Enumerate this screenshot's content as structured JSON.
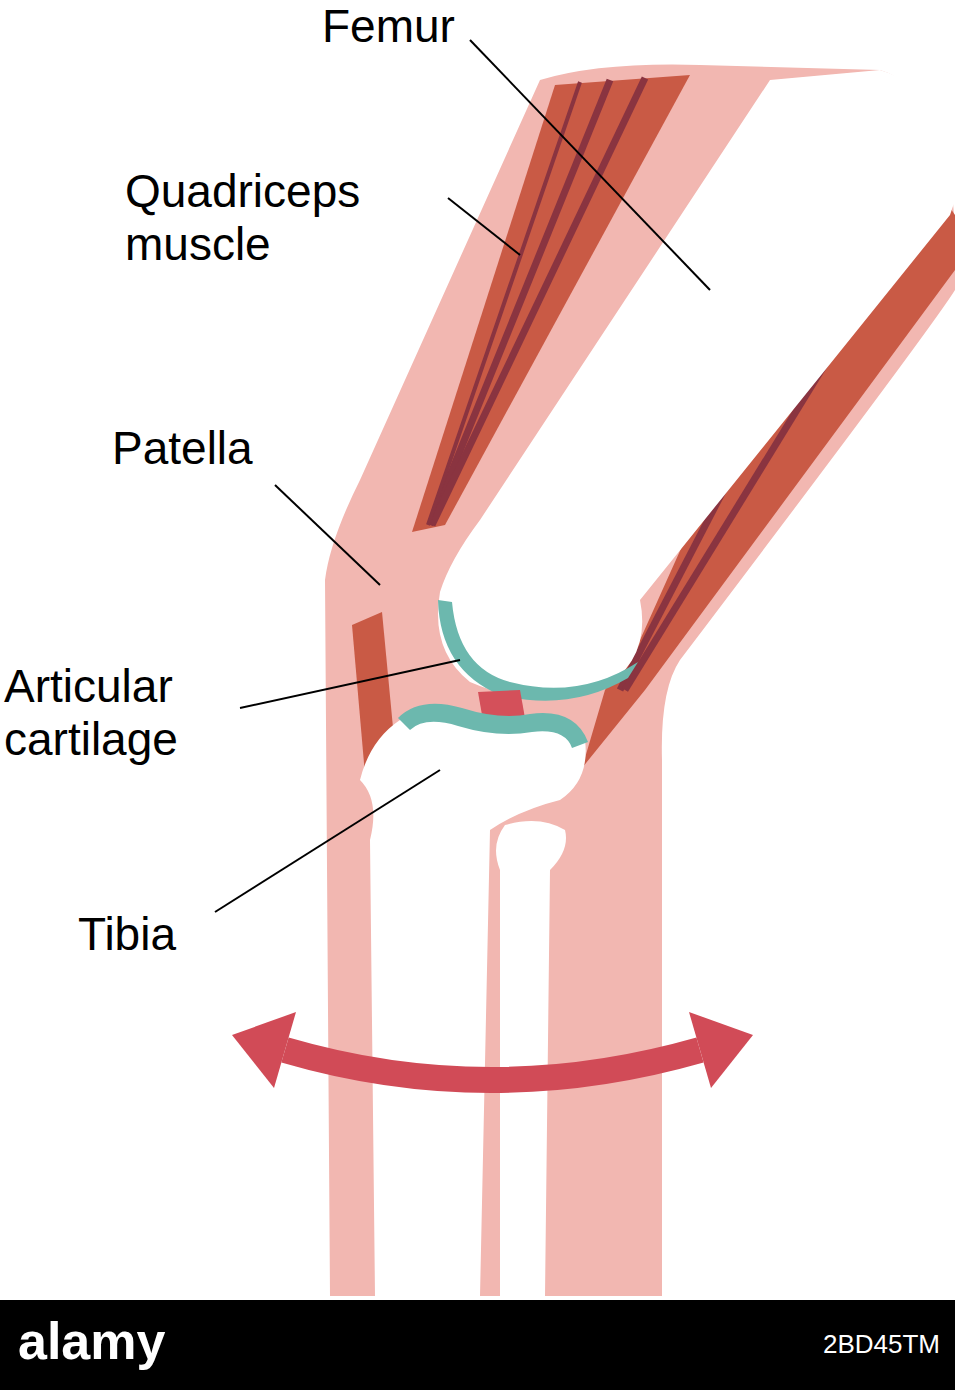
{
  "diagram": {
    "labels": [
      "Femur",
      "Quadriceps muscle",
      "Patella",
      "Articular cartilage",
      "Tibia",
      "alamy",
      "2BD45TM"
    ]
  }
}
